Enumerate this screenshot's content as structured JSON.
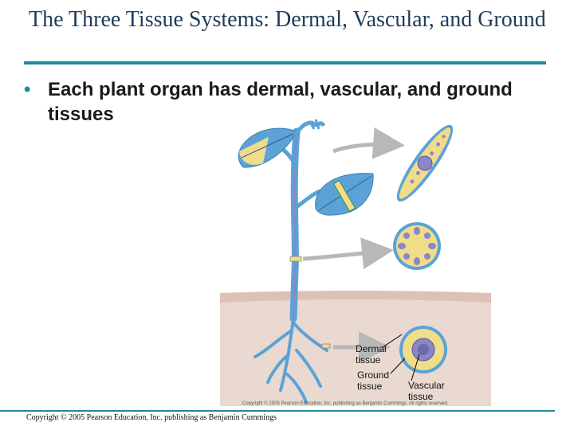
{
  "slide": {
    "title": "The Three Tissue Systems: Dermal, Vascular, and Ground",
    "bullet_marker": "•",
    "bullet": "Each plant organ has dermal, vascular, and ground tissues"
  },
  "figure": {
    "labels": {
      "dermal": "Dermal\ntissue",
      "ground": "Ground\ntissue",
      "vascular": "Vascular\ntissue"
    },
    "copyright": "Copyright © 2005 Pearson Education, Inc. publishing as Benjamin Cummings. All rights reserved.",
    "colors": {
      "dermal": "#5ba3d6",
      "ground": "#f1dc8a",
      "vascular": "#8a86c8",
      "soil": "#ead9d0",
      "arrow": "#b8b8b8"
    }
  },
  "footer": {
    "copyright": "Copyright © 2005 Pearson Education, Inc. publishing as Benjamin Cummings"
  }
}
